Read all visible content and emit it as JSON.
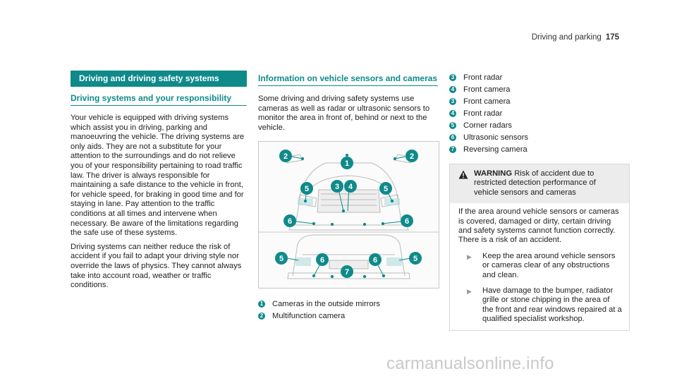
{
  "running_head": {
    "section": "Driving and parking",
    "page": "175"
  },
  "column1": {
    "banner": "Driving and driving safety systems",
    "subheading": "Driving systems and your responsibility",
    "paragraph1": "Your vehicle is equipped with driving systems which assist you in driving, parking and manoeuvring the vehicle. The driving systems are only aids. They are not a substitute for your attention to the surroundings and do not relieve you of your responsibility pertaining to road traffic law. The driver is always responsible for maintaining a safe distance to the vehicle in front, for vehicle speed, for braking in good time and for staying in lane. Pay attention to the traffic conditions at all times and intervene when necessary. Be aware of the limitations regarding the safe use of these systems.",
    "paragraph2": "Driving systems can neither reduce the risk of accident if you fail to adapt your driving style nor override the laws of physics. They cannot always take into account road, weather or traffic conditions."
  },
  "column2": {
    "heading": "Information on vehicle sensors and cameras",
    "intro": "Some driving and driving safety systems use cameras as well as radar or ultrasonic sensors to monitor the area in front of, behind or next to the vehicle.",
    "figure_callouts": [
      "1",
      "2",
      "3",
      "4",
      "5",
      "6",
      "7"
    ],
    "legend": [
      {
        "num": "1",
        "text": "Cameras in the outside mirrors"
      },
      {
        "num": "2",
        "text": "Multifunction camera"
      }
    ]
  },
  "column3": {
    "list": [
      {
        "num": "3",
        "text": "Front radar"
      },
      {
        "num": "4",
        "text": "Front camera"
      },
      {
        "num": "3",
        "text": "Front camera"
      },
      {
        "num": "4",
        "text": "Front radar"
      },
      {
        "num": "5",
        "text": "Corner radars"
      },
      {
        "num": "6",
        "text": "Ultrasonic sensors"
      },
      {
        "num": "7",
        "text": "Reversing camera"
      }
    ],
    "warning": {
      "label": "WARNING",
      "title": "Risk of accident due to restricted detection performance of vehicle sensors and cameras",
      "body": "If the area around vehicle sensors or cameras is covered, damaged or dirty, certain driving and safety systems cannot function correctly. There is a risk of an accident.",
      "bullets": [
        "Keep the area around vehicle sensors or cameras clear of any obstructions and clean.",
        "Have damage to the bumper, radiator grille or stone chipping in the area of the front and rear windows repaired at a qualified specialist workshop."
      ]
    }
  },
  "watermark": "carmanualsonline.info",
  "colors": {
    "accent": "#0f8a8a",
    "warning_header_bg": "#ececec",
    "sensor_fill": "#bfe0e0"
  },
  "icons": {
    "warning": "warning-triangle-icon",
    "bullet": "arrow-right-icon"
  }
}
